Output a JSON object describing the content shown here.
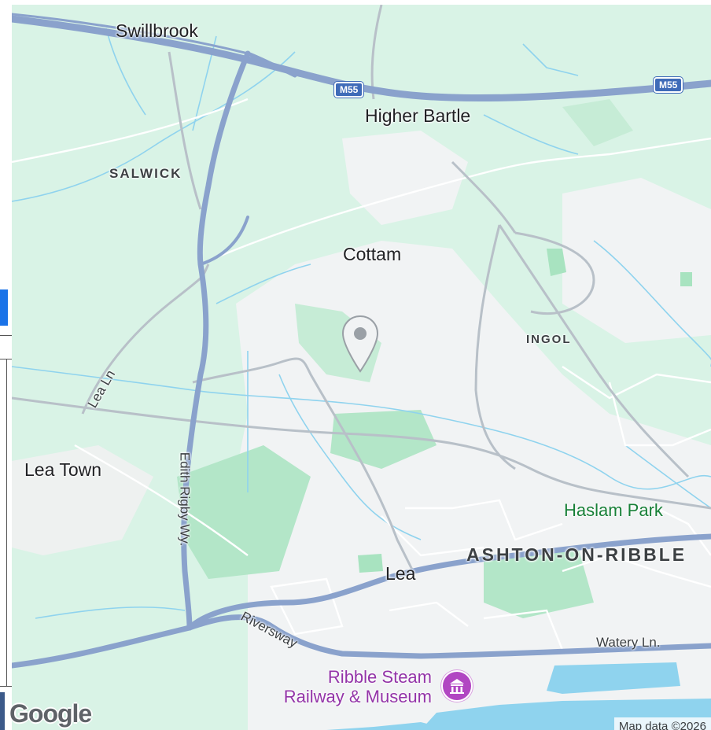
{
  "map": {
    "places": {
      "swillbrook": "Swillbrook",
      "higher_bartle": "Higher Bartle",
      "salwick": "SALWICK",
      "cottam": "Cottam",
      "ingol": "INGOL",
      "lea_town": "Lea Town",
      "lea": "Lea",
      "ashton": "ASHTON-ON-RIBBLE"
    },
    "roads": {
      "lea_ln": "Lea Ln",
      "edith_rigby": "Edith Rigby Wy.",
      "riversway": "Riversway",
      "watery_ln": "Watery Ln."
    },
    "motorway_shields": [
      "M55",
      "M55"
    ],
    "parks": {
      "haslam_park": "Haslam Park"
    },
    "poi": {
      "museum_line1": "Ribble Steam",
      "museum_line2": "Railway & Museum",
      "museum_icon": "museum-icon"
    },
    "marker_icon": "map-pin-icon",
    "logo": "Google",
    "attribution": "Map data ©2026",
    "colors": {
      "land": "#d9f3e6",
      "urban": "#f1f3f4",
      "motorway": "#8aa2cc",
      "water": "#8fd3ee",
      "park": "#b3e6c8",
      "poi": "#9334a8"
    }
  }
}
